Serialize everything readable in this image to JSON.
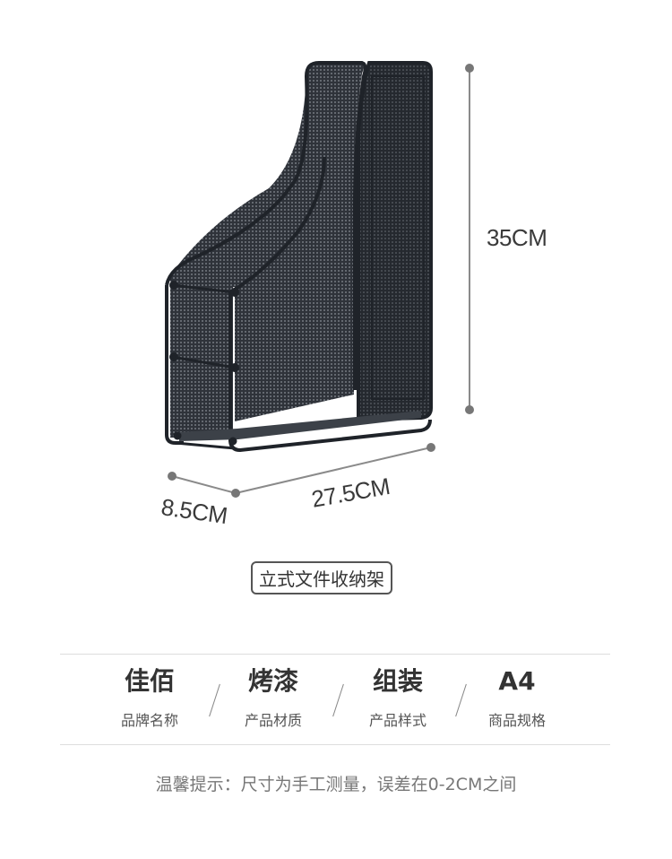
{
  "dimensions": {
    "height": "35CM",
    "depth": "8.5CM",
    "width": "27.5CM"
  },
  "product_name": "立式文件收纳架",
  "specs": [
    {
      "value": "佳佰",
      "caption": "品牌名称"
    },
    {
      "value": "烤漆",
      "caption": "产品材质"
    },
    {
      "value": "组装",
      "caption": "产品样式"
    },
    {
      "value": "A4",
      "caption": "商品规格"
    }
  ],
  "tip": "温馨提示：尺寸为手工测量，误差在0-2CM之间",
  "colors": {
    "frame": "#2b2f36",
    "mesh": "#3a3f47",
    "dimension_dot": "#777777"
  }
}
